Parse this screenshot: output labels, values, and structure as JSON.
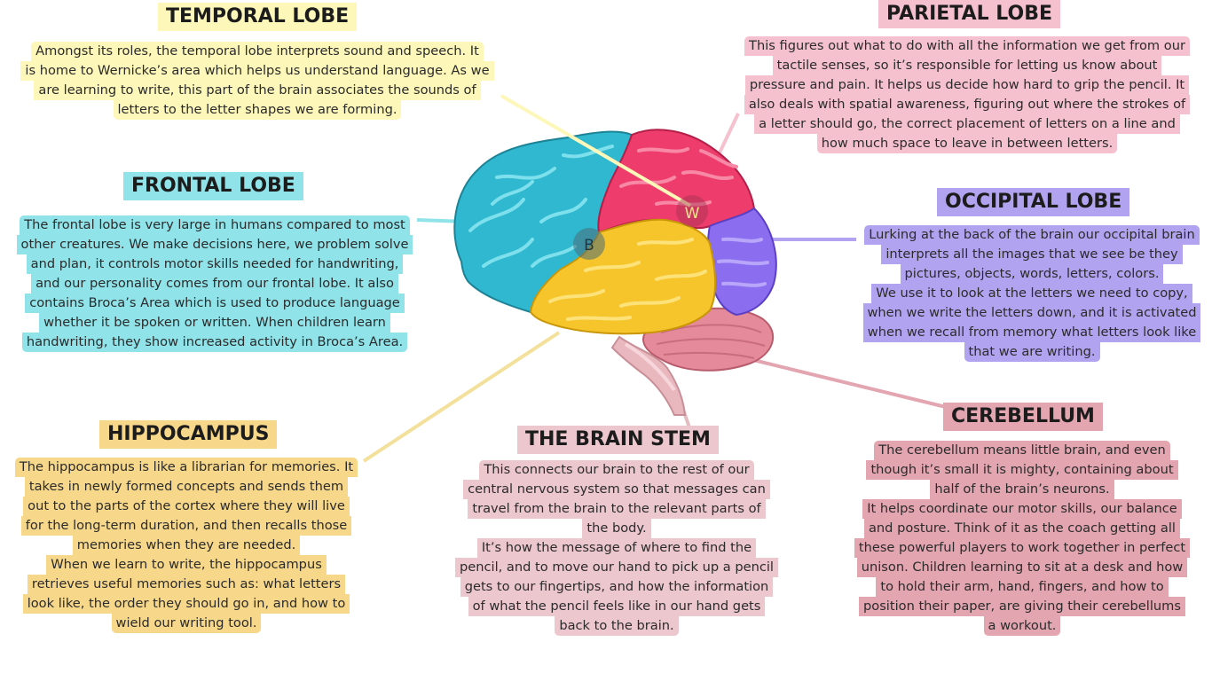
{
  "temporal": {
    "title": "TEMPORAL LOBE",
    "lines": [
      "Amongst its roles, the temporal lobe interprets sound and speech. It",
      "is home to Wernicke’s area which helps us understand language. As we",
      "are learning to write, this part of the brain associates the sounds of",
      "letters to the letter shapes we are forming."
    ]
  },
  "parietal": {
    "title": "PARIETAL LOBE",
    "lines": [
      "This figures out what to do with all the information we get from our",
      "tactile senses, so it’s responsible for letting us know about",
      "pressure and pain. It helps us decide how hard to grip the pencil. It",
      "also deals with spatial awareness, figuring out where the strokes of",
      "a letter should go, the correct placement of letters on a line and",
      "how much space to leave in between letters."
    ]
  },
  "frontal": {
    "title": "FRONTAL LOBE",
    "lines": [
      "The frontal lobe is very large in humans compared to most",
      "other creatures. We make decisions here, we problem solve",
      "and plan, it controls motor skills needed for handwriting,",
      "and our personality comes from our frontal lobe. It also",
      "contains Broca’s Area which is used to produce language",
      "whether it be spoken or written. When children learn",
      "handwriting, they show increased activity in Broca’s Area."
    ]
  },
  "occipital": {
    "title": "OCCIPITAL LOBE",
    "lines": [
      "Lurking at the back of the brain our occipital brain",
      "interprets all the images that we see be they",
      "pictures, objects, words, letters, colors.",
      "We use it to look at the letters we need to copy,",
      "when we write the letters down, and it is activated",
      "when we recall from memory what letters look like",
      "that we are writing."
    ]
  },
  "hippocampus": {
    "title": "HIPPOCAMPUS",
    "lines": [
      "The hippocampus is like a librarian for memories. It",
      "takes in newly formed concepts and sends them",
      "out to the parts of the cortex where they will live",
      "for the long-term duration, and then recalls those",
      "memories when they are needed.",
      "When we learn to write, the hippocampus",
      "retrieves useful memories such as: what letters",
      "look like, the order they should go in, and how to",
      "wield our writing tool."
    ]
  },
  "brainstem": {
    "title": "THE BRAIN STEM",
    "lines": [
      "This connects our brain to the rest of our",
      "central nervous system so that messages can",
      "travel from the brain to the relevant parts of",
      "the body.",
      "It’s how the message of where to find the",
      "pencil, and to move our hand to pick up a pencil",
      "gets to our fingertips, and how the information",
      "of what the pencil feels like in our hand gets",
      "back to the brain."
    ]
  },
  "cerebellum": {
    "title": "CEREBELLUM",
    "lines": [
      "The cerebellum means little brain, and even",
      "though it’s small it is mighty, containing about",
      "half of the brain’s neurons.",
      "It helps coordinate our motor skills, our balance",
      "and posture. Think of it as the coach getting all",
      "these powerful players to work together in perfect",
      "unison. Children learning to sit at a desk and how",
      "to hold their arm, hand, fingers, and how to",
      "position their paper, are giving their cerebellums",
      "a workout."
    ]
  },
  "markers": {
    "broca": "B",
    "wernicke": "W"
  },
  "colors": {
    "frontal": "#2fb8cf",
    "parietal": "#ee3d6c",
    "temporal": "#f6c52b",
    "occipital": "#8b6ef0",
    "cerebellum": "#e58a9a",
    "brainstem": "#e9b8be"
  }
}
